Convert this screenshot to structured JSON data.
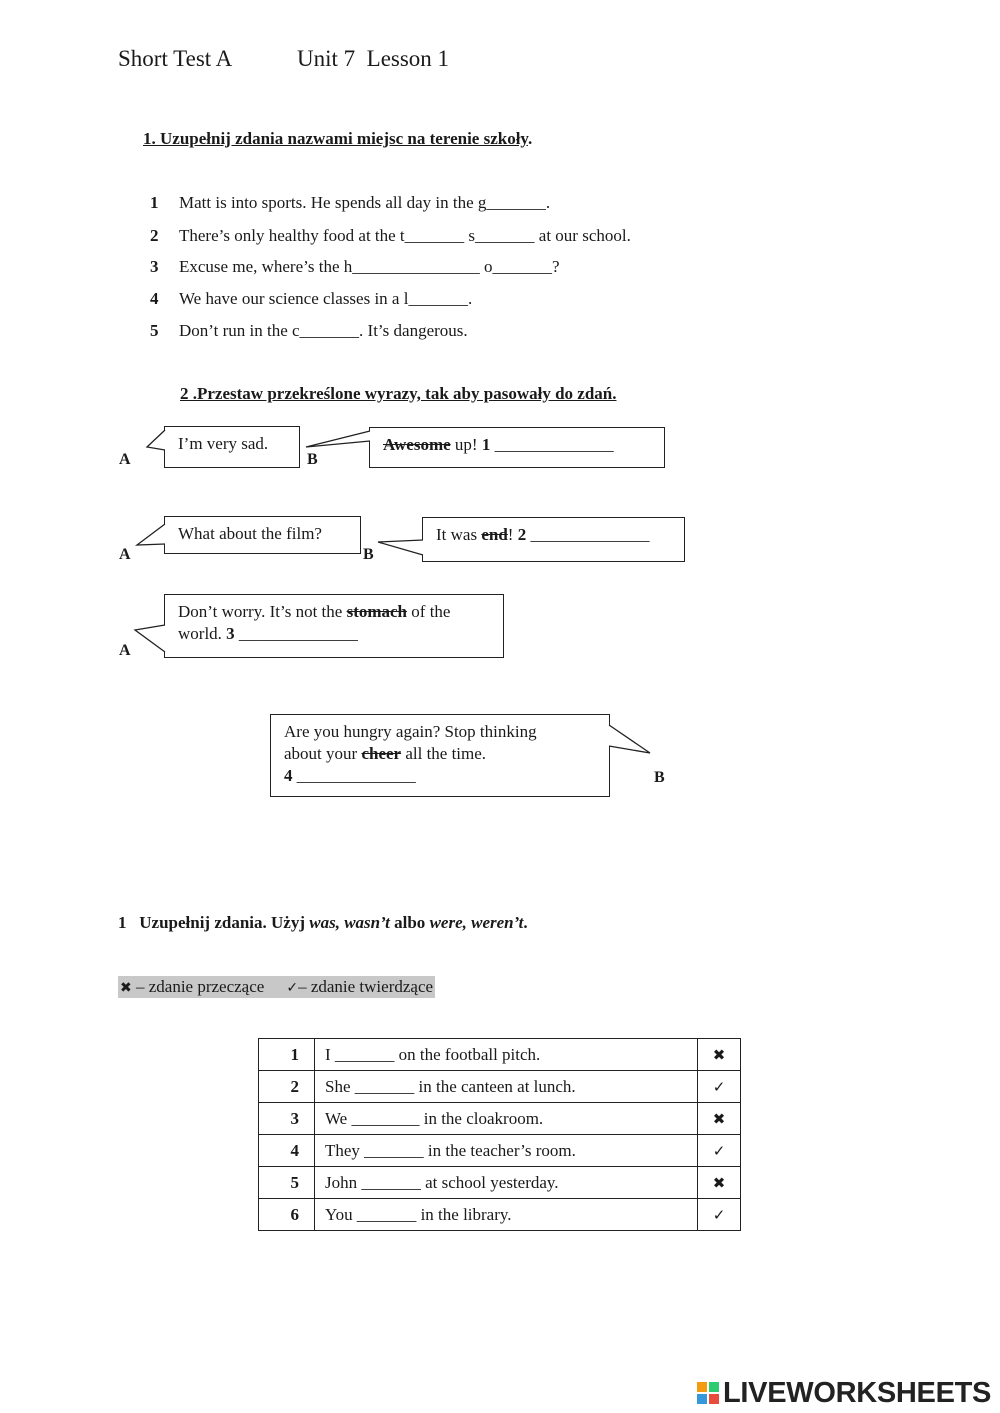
{
  "header": {
    "test_name": "Short Test A",
    "unit_lesson": "Unit 7  Lesson 1"
  },
  "exercise1": {
    "title": "1. Uzupełnij zdania nazwami miejsc na terenie szkoły",
    "title_end": ".",
    "items": [
      {
        "num": "1",
        "text": "Matt is into sports. He spends all day in the g_______."
      },
      {
        "num": "2",
        "text": "There’s only healthy food at the t_______ s_______ at our school."
      },
      {
        "num": "3",
        "text": "Excuse me, where’s the h_______________ o_______?"
      },
      {
        "num": "4",
        "text": "We have our science classes in a l_______."
      },
      {
        "num": "5",
        "text": "Don’t run in the c_______. It’s dangerous."
      }
    ]
  },
  "exercise2": {
    "title": "2 .Przestaw przekreślone wyrazy, tak aby pasowały do zdań.",
    "speaker_a": "A",
    "speaker_b": "B",
    "d1_a": "I’m very sad.",
    "d1_b_struck": "Awesome",
    "d1_b_after": " up! ",
    "d1_b_num": "1",
    "d1_b_blank": " ______________",
    "d2_a": "What about the film?",
    "d2_b_before": "It was ",
    "d2_b_struck": "end",
    "d2_b_after": "! ",
    "d2_b_num": "2",
    "d2_b_blank": " ______________",
    "d3_before": "Don’t worry. It’s not the ",
    "d3_struck": "stomach",
    "d3_after": " of the",
    "d3_line2": "world. ",
    "d3_num": "3",
    "d3_blank": " ______________",
    "d4_line1": "Are you hungry again? Stop thinking",
    "d4_before": "about your ",
    "d4_struck": "cheer",
    "d4_after": " all the time.",
    "d4_num": "4",
    "d4_blank": " ______________"
  },
  "exercise3": {
    "title_num": "1",
    "title_a": "Uzupełnij zdania. Użyj ",
    "title_i1": "was, wasn’t",
    "title_b": " albo ",
    "title_i2": "were, weren’t",
    "title_end": ".",
    "legend_neg_symbol": "✖",
    "legend_neg": " – zdanie przeczące",
    "legend_pos_symbol": "✓",
    "legend_pos": "– zdanie twierdzące",
    "rows": [
      {
        "num": "1",
        "text": "I _______ on the football pitch.",
        "mark": "✖"
      },
      {
        "num": "2",
        "text": "She _______ in the canteen at lunch.",
        "mark": "✓"
      },
      {
        "num": "3",
        "text": "We ________ in the cloakroom.",
        "mark": "✖"
      },
      {
        "num": "4",
        "text": "They _______ in the teacher’s room.",
        "mark": "✓"
      },
      {
        "num": "5",
        "text": "John _______ at school yesterday.",
        "mark": "✖"
      },
      {
        "num": "6",
        "text": "You _______ in the library.",
        "mark": "✓"
      }
    ]
  },
  "footer": {
    "logo_text": "LIVEWORKSHEETS",
    "logo_letters": [
      "L",
      "I",
      "V",
      "E"
    ],
    "logo_colors": [
      "#f39c12",
      "#2ecc71",
      "#3498db",
      "#e74c3c"
    ]
  }
}
